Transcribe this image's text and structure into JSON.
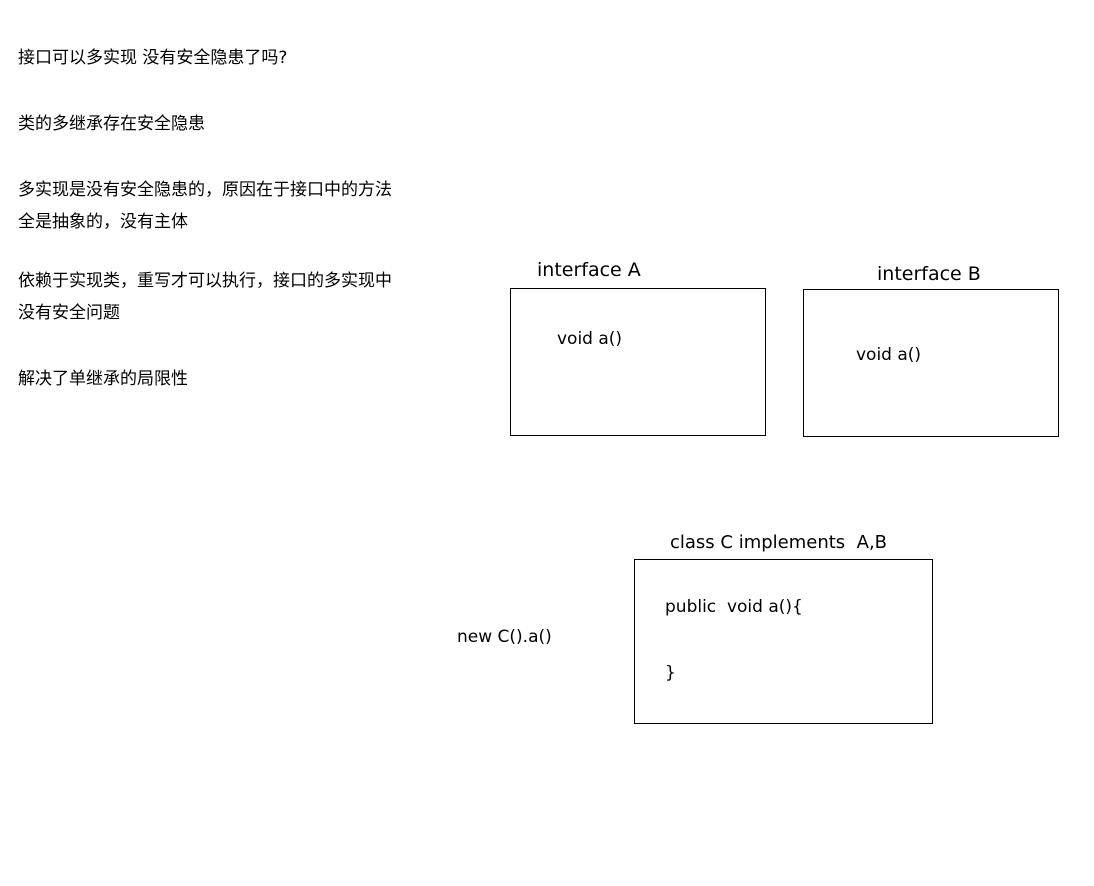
{
  "notes": [
    "接口可以多实现 没有安全隐患了吗?",
    "类的多继承存在安全隐患",
    "多实现是没有安全隐患的，原因在于接口中的方法",
    "全是抽象的，没有主体",
    "依赖于实现类，重写才可以执行，接口的多实现中",
    "没有安全问题",
    "解决了单继承的局限性"
  ],
  "diagram": {
    "interface_a": {
      "label": "interface A",
      "method": "void a()"
    },
    "interface_b": {
      "label": "interface B",
      "method": "void a()"
    },
    "class_c": {
      "label": "class C implements  A,B",
      "method_open": "public  void a(){",
      "method_close": "}"
    },
    "call": "new C().a()"
  }
}
